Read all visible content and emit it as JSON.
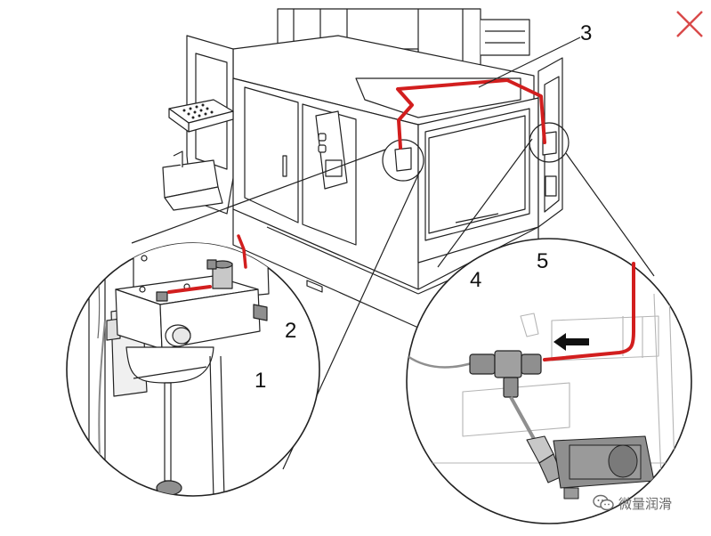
{
  "callouts": {
    "c1": "1",
    "c2": "2",
    "c3": "3",
    "c4": "4",
    "c5": "5"
  },
  "watermark": {
    "text": "微量润滑",
    "icon": "wechat-icon"
  },
  "close": {
    "icon": "close-icon"
  },
  "colors": {
    "highlight_line": "#d21e1e",
    "close_x": "#d94a4a",
    "outline": "#222222",
    "grey_part": "#8f8f8f",
    "light_grey": "#c8c8c8"
  }
}
